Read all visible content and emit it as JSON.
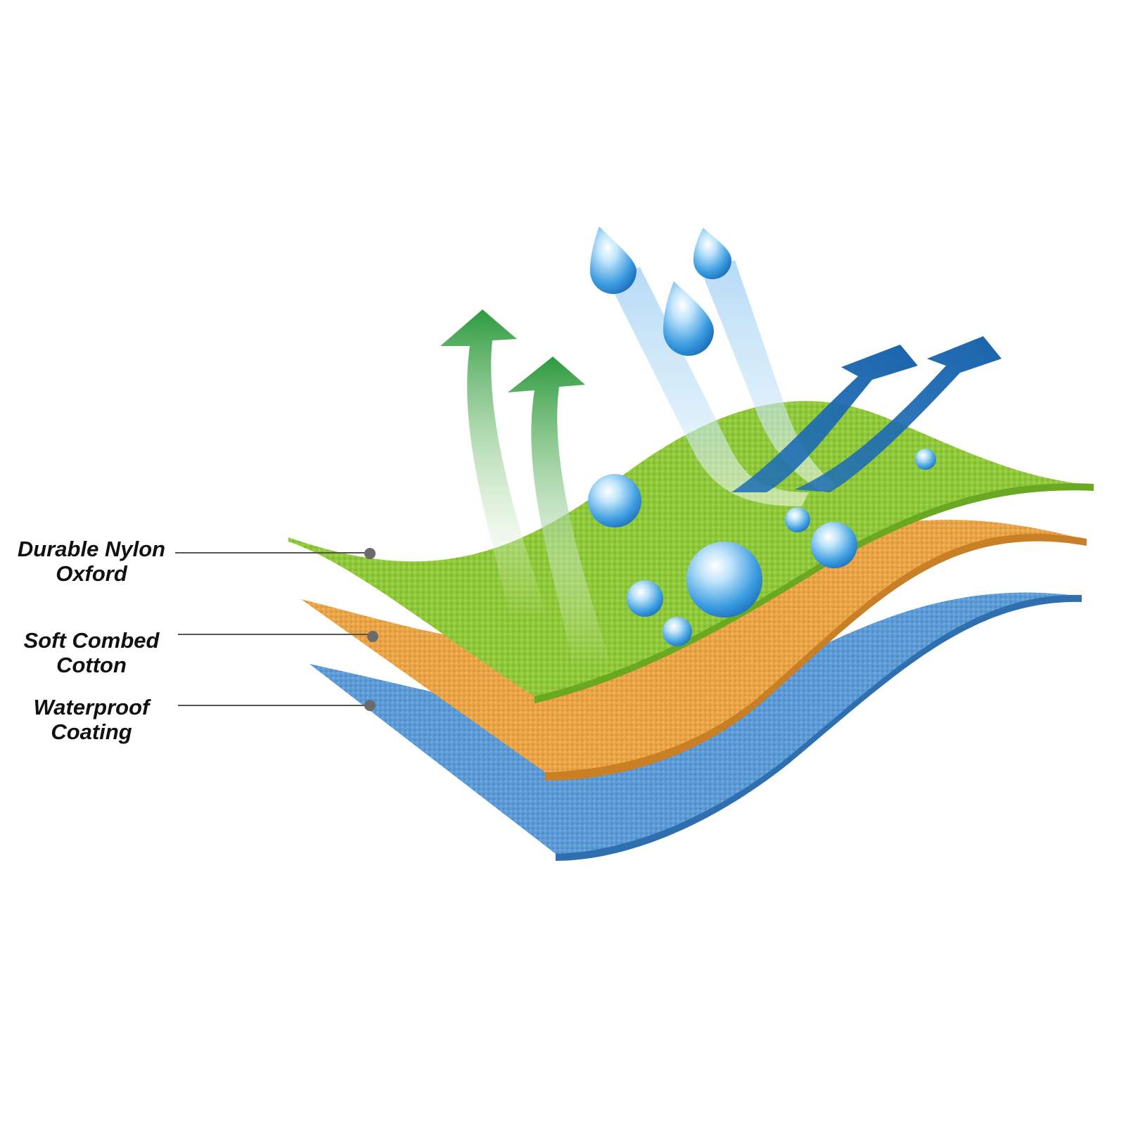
{
  "layers": [
    {
      "line1": "Durable Nylon",
      "line2": "Oxford",
      "color": "#8cc63f"
    },
    {
      "line1": "Soft Combed",
      "line2": "Cotton",
      "color": "#e8a245"
    },
    {
      "line1": "Waterproof",
      "line2": "Coating",
      "color": "#4a8fd0"
    }
  ],
  "colors": {
    "vapor_arrow": "#2e9a3e",
    "outflow_arrow": "#1f6fb8",
    "water_drop": "#2b8fd6",
    "leader_line": "#555555"
  }
}
